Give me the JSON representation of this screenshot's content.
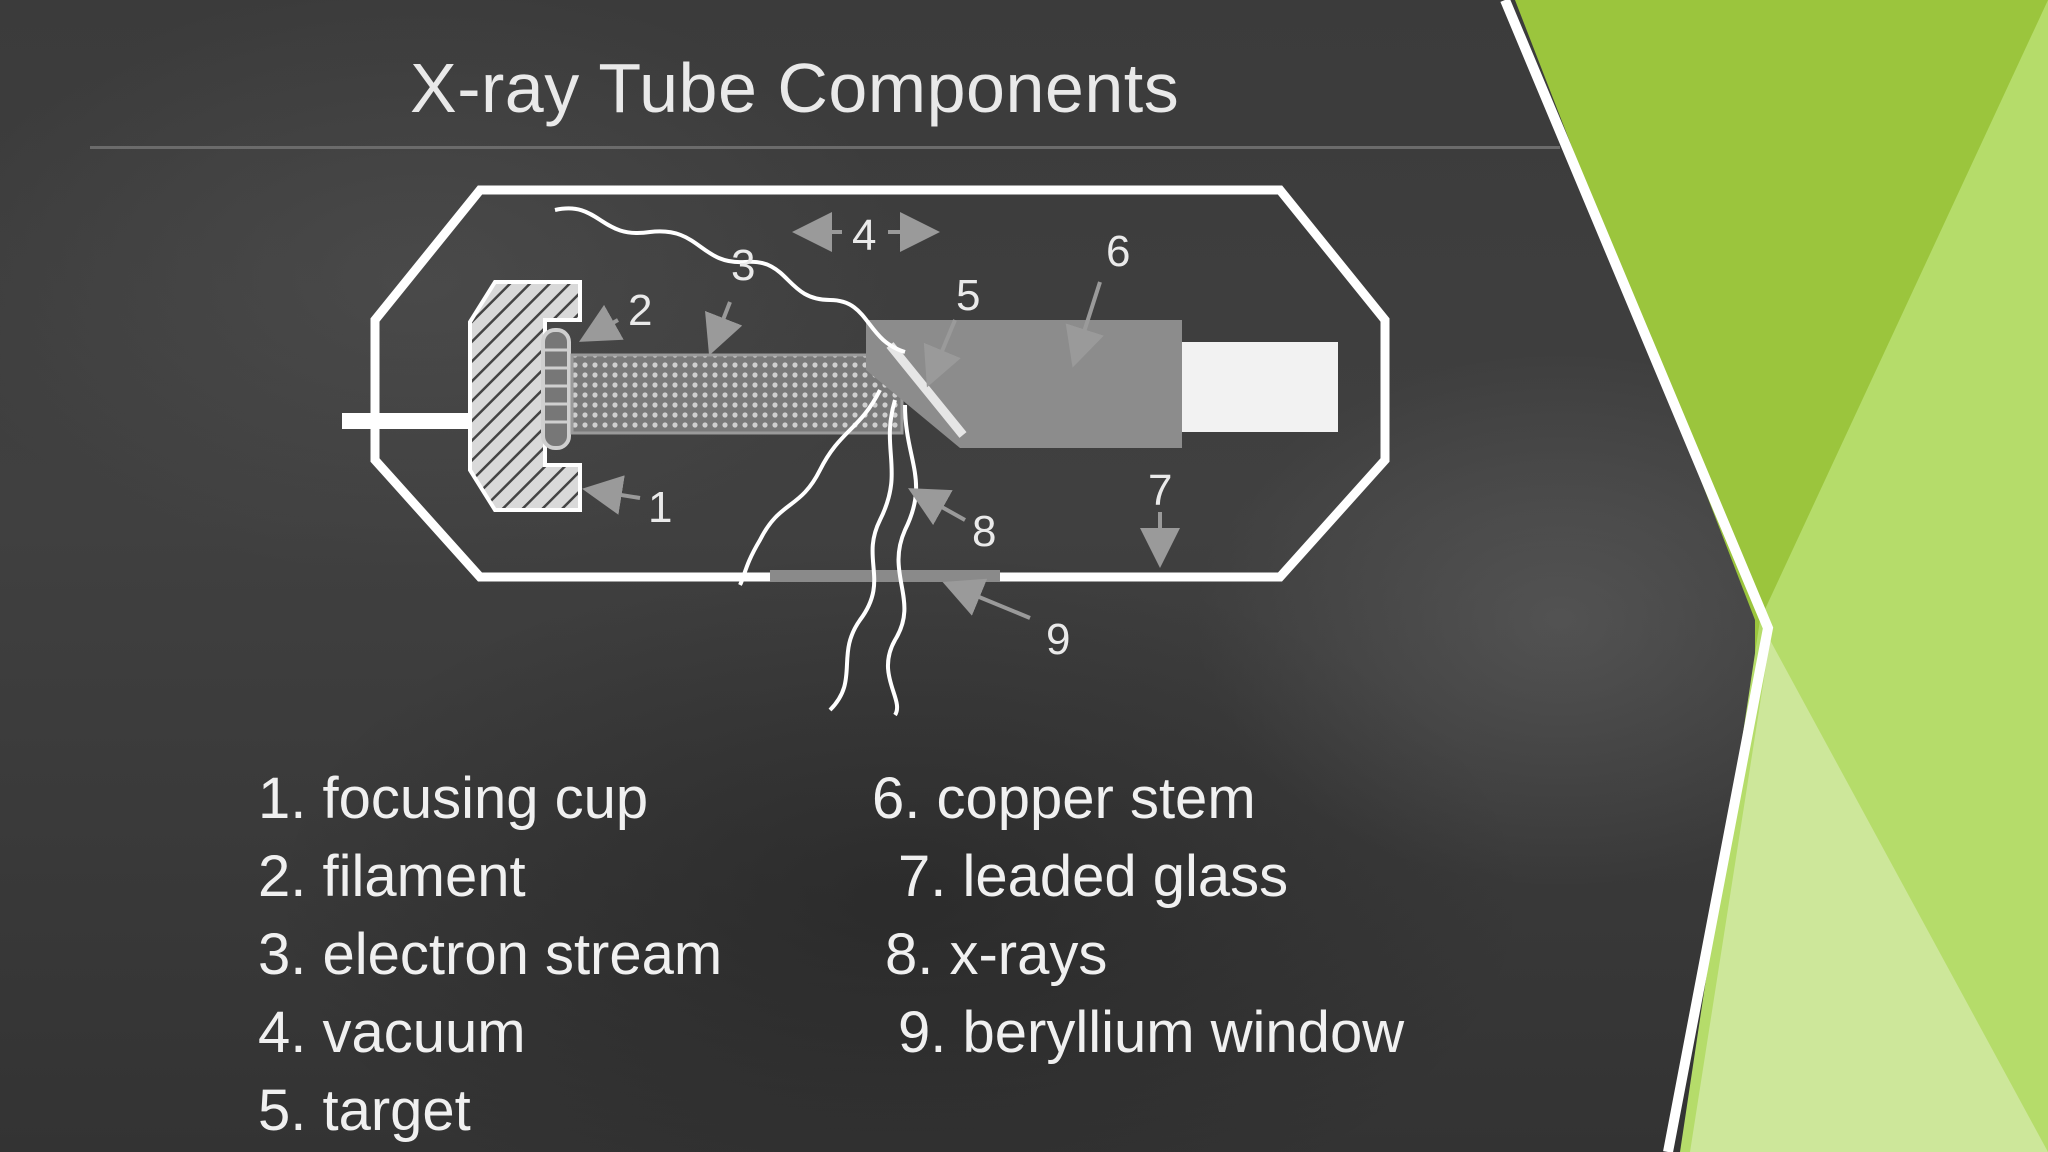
{
  "slide": {
    "title": "X-ray Tube Components",
    "colors": {
      "background": "#3a3a3a",
      "accent_dark_green": "#9bc53d",
      "accent_light_green": "#b5dc6a",
      "accent_pale_green": "#cde79a",
      "diagram_stroke": "#ffffff",
      "target_block": "#8c8c8c"
    }
  },
  "diagram": {
    "callouts": [
      "1",
      "2",
      "3",
      "4",
      "5",
      "6",
      "7",
      "8",
      "9"
    ]
  },
  "legend": {
    "items": [
      "1. focusing cup",
      "2. filament",
      "3. electron stream",
      "4. vacuum",
      "5. target",
      "6. copper stem",
      "7. leaded glass",
      "8. x-rays",
      "9. beryllium window"
    ]
  }
}
